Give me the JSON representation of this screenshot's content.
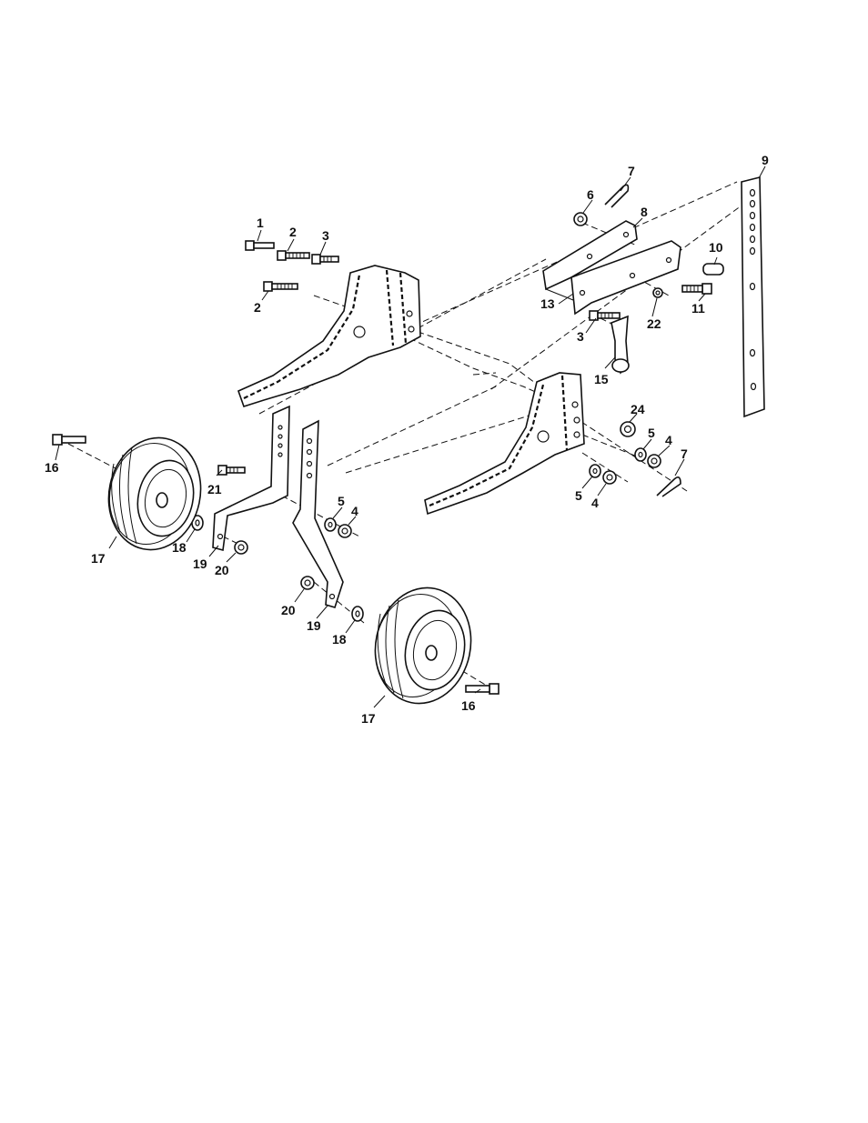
{
  "callouts": [
    {
      "id": "c1",
      "text": "1"
    },
    {
      "id": "c2a",
      "text": "2"
    },
    {
      "id": "c2b",
      "text": "2"
    },
    {
      "id": "c3a",
      "text": "3"
    },
    {
      "id": "c3b",
      "text": "3"
    },
    {
      "id": "c4a",
      "text": "4"
    },
    {
      "id": "c4b",
      "text": "4"
    },
    {
      "id": "c4c",
      "text": "4"
    },
    {
      "id": "c5a",
      "text": "5"
    },
    {
      "id": "c5b",
      "text": "5"
    },
    {
      "id": "c5c",
      "text": "5"
    },
    {
      "id": "c6",
      "text": "6"
    },
    {
      "id": "c7a",
      "text": "7"
    },
    {
      "id": "c7b",
      "text": "7"
    },
    {
      "id": "c8",
      "text": "8"
    },
    {
      "id": "c9",
      "text": "9"
    },
    {
      "id": "c10",
      "text": "10"
    },
    {
      "id": "c11",
      "text": "11"
    },
    {
      "id": "c13",
      "text": "13"
    },
    {
      "id": "c15",
      "text": "15"
    },
    {
      "id": "c16a",
      "text": "16"
    },
    {
      "id": "c16b",
      "text": "16"
    },
    {
      "id": "c17a",
      "text": "17"
    },
    {
      "id": "c17b",
      "text": "17"
    },
    {
      "id": "c18a",
      "text": "18"
    },
    {
      "id": "c18b",
      "text": "18"
    },
    {
      "id": "c19a",
      "text": "19"
    },
    {
      "id": "c19b",
      "text": "19"
    },
    {
      "id": "c20a",
      "text": "20"
    },
    {
      "id": "c20b",
      "text": "20"
    },
    {
      "id": "c21",
      "text": "21"
    },
    {
      "id": "c22",
      "text": "22"
    },
    {
      "id": "c24",
      "text": "24"
    }
  ]
}
